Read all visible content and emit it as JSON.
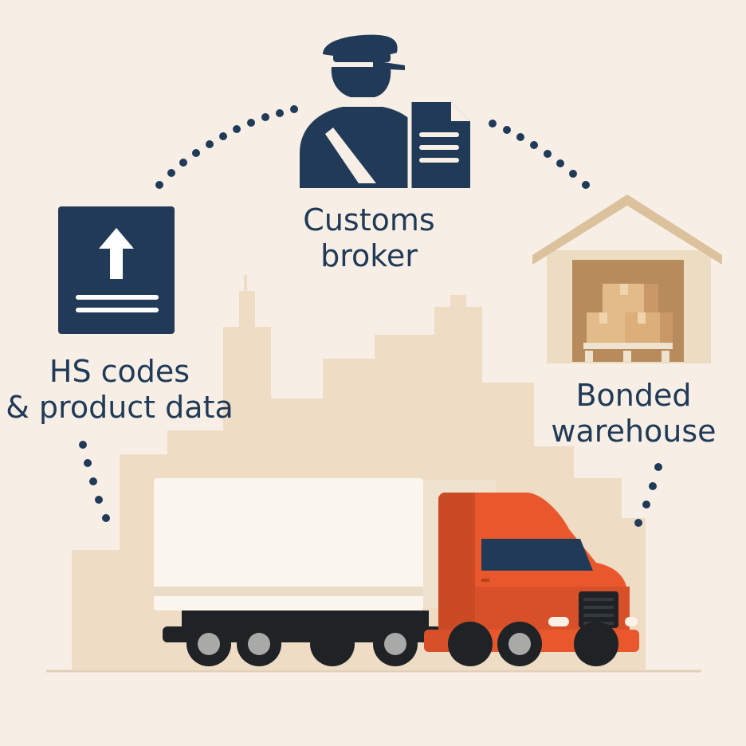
{
  "colors": {
    "background": "#f7efe6",
    "navy": "#203a57",
    "truck_cab": "#e9582c",
    "truck_cab_shadow": "#c94a23",
    "trailer": "#fbf6ee",
    "city_silhouette": "#efdcc5",
    "warehouse": "#ecdcc2",
    "boxes": "#dfb37f",
    "label_text": "#203a57"
  },
  "nodes": {
    "customs_broker": {
      "icon": "customs-officer-icon",
      "label_line1": "Customs",
      "label_line2": "broker"
    },
    "hs_codes": {
      "icon": "upload-document-icon",
      "label_line1": "HS codes",
      "label_line2": "& product data"
    },
    "bonded_warehouse": {
      "icon": "warehouse-icon",
      "label_line1": "Bonded",
      "label_line2": "warehouse"
    }
  },
  "vehicle": {
    "icon": "semi-truck-icon"
  }
}
